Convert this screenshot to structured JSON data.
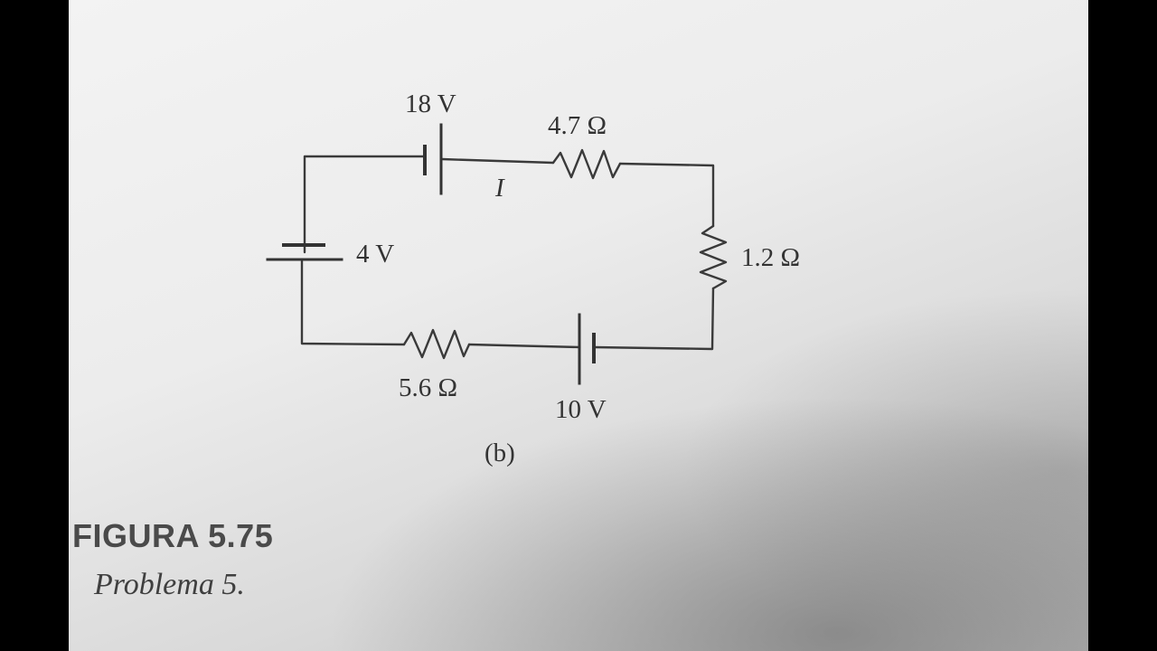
{
  "figure": {
    "number": "FIGURA 5.75",
    "caption": "Problema 5.",
    "sublabel": "(b)"
  },
  "circuit": {
    "current_label": "I",
    "components": [
      {
        "id": "battery-top",
        "type": "battery",
        "label": "18 V"
      },
      {
        "id": "resistor-top",
        "type": "resistor",
        "label": "4.7 Ω"
      },
      {
        "id": "resistor-right",
        "type": "resistor",
        "label": "1.2 Ω"
      },
      {
        "id": "battery-bottom",
        "type": "battery",
        "label": "10 V"
      },
      {
        "id": "resistor-bottom",
        "type": "resistor",
        "label": "5.6 Ω"
      },
      {
        "id": "battery-left",
        "type": "battery",
        "label": "4 V"
      }
    ]
  },
  "colors": {
    "ink": "#333333",
    "paper": "#ececec",
    "border": "#000000"
  }
}
